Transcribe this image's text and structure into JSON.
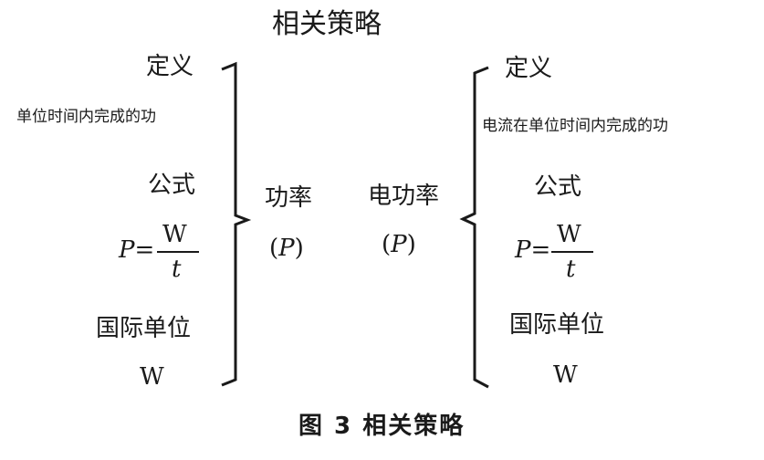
{
  "title": "相关策略",
  "left": {
    "definition_label": "定义",
    "definition_text": "单位时间内完成的功",
    "formula_label": "公式",
    "formula_lhs": "P=",
    "formula_num": "W",
    "formula_den": "t",
    "unit_label": "国际单位",
    "unit_value": "W"
  },
  "center_left": {
    "line1": "功率",
    "line2_open": "(",
    "line2_var": "P",
    "line2_close": ")"
  },
  "center_right": {
    "line1": "电功率",
    "line2_open": "(",
    "line2_var": "P",
    "line2_close": ")"
  },
  "right": {
    "definition_label": "定义",
    "definition_text": "电流在单位时间内完成的功",
    "formula_label": "公式",
    "formula_lhs": "P=",
    "formula_num": "W",
    "formula_den": "t",
    "unit_label": "国际单位",
    "unit_value": "W"
  },
  "caption": "图 3 相关策略"
}
